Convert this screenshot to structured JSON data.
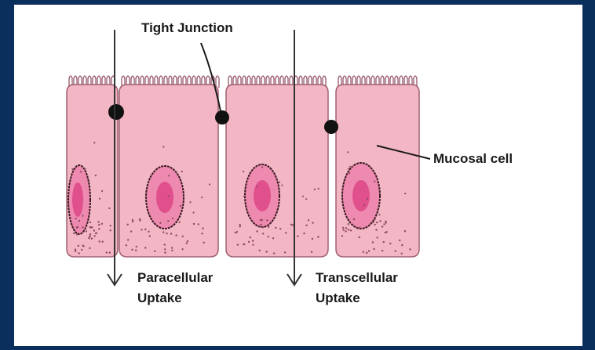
{
  "labels": {
    "tight_junction": "Tight Junction",
    "mucosal_cell": "Mucosal cell",
    "paracellular_line1": "Paracellular",
    "paracellular_line2": "Uptake",
    "transcellular_line1": "Transcellular",
    "transcellular_line2": "Uptake"
  },
  "colors": {
    "frame": "#0b2f5c",
    "background": "#ffffff",
    "cell_fill": "#f3b6c4",
    "cell_stroke": "#a06070",
    "nucleus_fill": "#ee8ab0",
    "nucleolus_fill": "#e0508c",
    "junction": "#111111"
  }
}
